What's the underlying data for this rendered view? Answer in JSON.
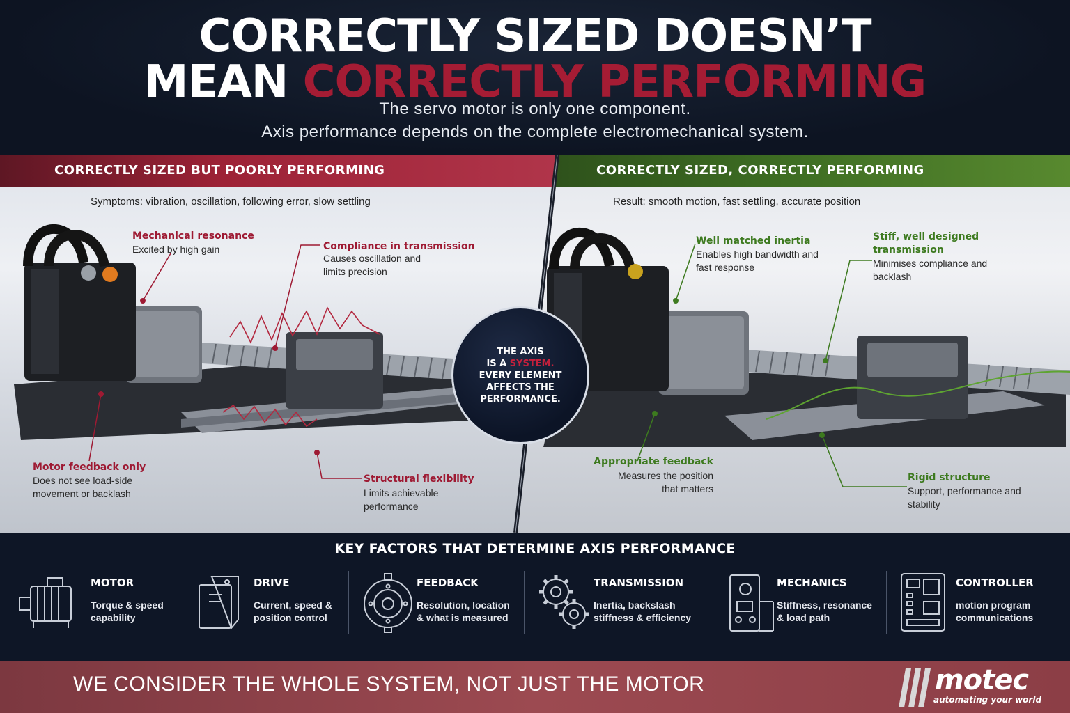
{
  "header": {
    "title_line1": "CORRECTLY SIZED DOESN’T",
    "title_line2_white": "MEAN",
    "title_line2_accent": "CORRECTLY PERFORMING",
    "subtitle_line1": "The servo motor is only one component.",
    "subtitle_line2": "Axis performance depends on the complete electromechanical system."
  },
  "left_panel": {
    "heading": "CORRECTLY SIZED BUT POORLY PERFORMING",
    "symptoms": "Symptoms: vibration, oscillation, following error, slow settling",
    "callouts": [
      {
        "title": "Mechanical resonance",
        "text": "Excited by high gain"
      },
      {
        "title": "Compliance in transmission",
        "text": "Causes oscillation and limits precision"
      },
      {
        "title": "Motor feedback only",
        "text": "Does not see load-side movement or backlash"
      },
      {
        "title": "Structural flexibility",
        "text": "Limits achievable performance"
      }
    ]
  },
  "right_panel": {
    "heading": "CORRECTLY SIZED, CORRECTLY PERFORMING",
    "result": "Result: smooth motion, fast settling, accurate position",
    "callouts": [
      {
        "title": "Well matched inertia",
        "text": "Enables high bandwidth and fast response"
      },
      {
        "title": "Stiff, well designed transmission",
        "text": "Minimises compliance and backlash"
      },
      {
        "title": "Appropriate feedback",
        "text": "Measures the position that matters"
      },
      {
        "title": "Rigid structure",
        "text": "Support, performance and stability"
      }
    ]
  },
  "center_circle": {
    "line1": "THE AXIS",
    "line2_pre": "IS A",
    "line2_accent": "SYSTEM.",
    "line3": "EVERY ELEMENT",
    "line4": "AFFECTS THE",
    "line5": "PERFORMANCE."
  },
  "factors": {
    "title": "KEY FACTORS THAT DETERMINE AXIS PERFORMANCE",
    "items": [
      {
        "name": "MOTOR",
        "desc1": "Torque & speed",
        "desc2": "capability",
        "icon": "motor-icon"
      },
      {
        "name": "DRIVE",
        "desc1": "Current, speed &",
        "desc2": "position control",
        "icon": "drive-icon"
      },
      {
        "name": "FEEDBACK",
        "desc1": "Resolution, location",
        "desc2": "& what is measured",
        "icon": "encoder-icon"
      },
      {
        "name": "TRANSMISSION",
        "desc1": "Inertia, backslash",
        "desc2": "stiffness & efficiency",
        "icon": "gears-icon"
      },
      {
        "name": "MECHANICS",
        "desc1": "Stiffness, resonance",
        "desc2": "& load path",
        "icon": "bracket-icon"
      },
      {
        "name": "CONTROLLER",
        "desc1": "motion program",
        "desc2": "communications",
        "icon": "controller-icon"
      }
    ]
  },
  "footer": {
    "slogan": "WE CONSIDER THE WHOLE SYSTEM, NOT JUST THE MOTOR",
    "logo_word": "motec",
    "logo_tag": "automating your world"
  },
  "colors": {
    "accent_red": "#a51c34",
    "accent_green": "#3d7a1f",
    "navy": "#0d1422",
    "footer": "#9c4a51"
  }
}
